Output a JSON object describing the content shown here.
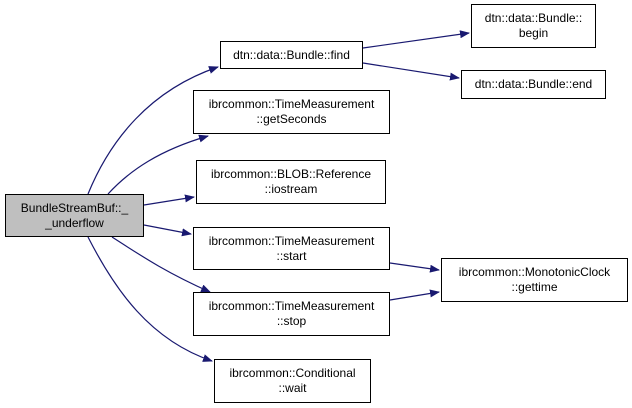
{
  "diagram": {
    "type": "call-graph",
    "edge_color": "#191970",
    "root_fill": "#bfbfbf",
    "node_fill": "#ffffff",
    "nodes": {
      "root": {
        "lines": [
          "BundleStreamBuf::_",
          "_underflow"
        ],
        "highlighted": true
      },
      "find": {
        "lines": [
          "dtn::data::Bundle::find"
        ]
      },
      "begin": {
        "lines": [
          "dtn::data::Bundle::",
          "begin"
        ]
      },
      "end": {
        "lines": [
          "dtn::data::Bundle::end"
        ]
      },
      "getSeconds": {
        "lines": [
          "ibrcommon::TimeMeasurement",
          "::getSeconds"
        ]
      },
      "iostream": {
        "lines": [
          "ibrcommon::BLOB::Reference",
          "::iostream"
        ]
      },
      "start": {
        "lines": [
          "ibrcommon::TimeMeasurement",
          "::start"
        ]
      },
      "stop": {
        "lines": [
          "ibrcommon::TimeMeasurement",
          "::stop"
        ]
      },
      "gettime": {
        "lines": [
          "ibrcommon::MonotonicClock",
          "::gettime"
        ]
      },
      "wait": {
        "lines": [
          "ibrcommon::Conditional",
          "::wait"
        ]
      }
    },
    "edges": [
      {
        "from": "root",
        "to": "find"
      },
      {
        "from": "root",
        "to": "getSeconds"
      },
      {
        "from": "root",
        "to": "iostream"
      },
      {
        "from": "root",
        "to": "start"
      },
      {
        "from": "root",
        "to": "stop"
      },
      {
        "from": "root",
        "to": "wait"
      },
      {
        "from": "find",
        "to": "begin"
      },
      {
        "from": "find",
        "to": "end"
      },
      {
        "from": "start",
        "to": "gettime"
      },
      {
        "from": "stop",
        "to": "gettime"
      }
    ]
  }
}
